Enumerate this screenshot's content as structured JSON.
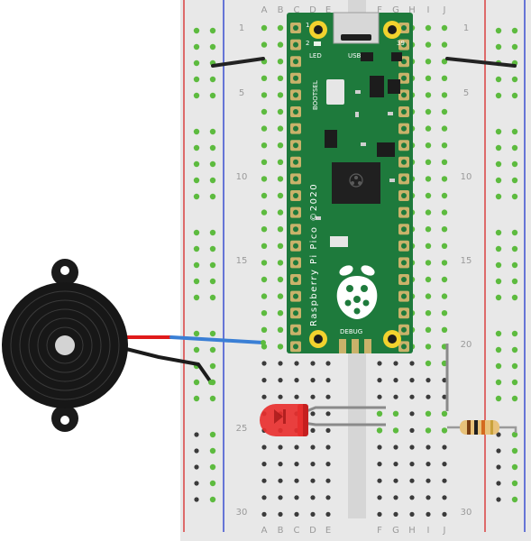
{
  "breadboard": {
    "col_letters": [
      "A",
      "B",
      "C",
      "D",
      "E",
      "F",
      "G",
      "H",
      "I",
      "J"
    ],
    "row_numbers": [
      "1",
      "5",
      "10",
      "15",
      "20",
      "25",
      "30"
    ]
  },
  "pico": {
    "board_name": "Raspberry Pi Pico ©2020",
    "pin_1": "1",
    "pin_2": "2",
    "pin_39": "39",
    "led_label": "LED",
    "usb_label": "USB",
    "bootsel_label": "BOOTSEL",
    "debug_label": "DEBUG"
  },
  "colors": {
    "board": "#e8e8e8",
    "hole_green": "#5dbb3f",
    "pico_green": "#1e7a3c",
    "rail_red": "#d94040",
    "rail_blue": "#3a4fcf",
    "wire_black": "#222222",
    "wire_blue": "#3a7fd5",
    "wire_red": "#e01b1b",
    "wire_gray": "#8a8a8a",
    "led_red": "#e8302f"
  },
  "components": {
    "buzzer": "piezo-buzzer",
    "led": "red-led",
    "resistor": "resistor"
  }
}
